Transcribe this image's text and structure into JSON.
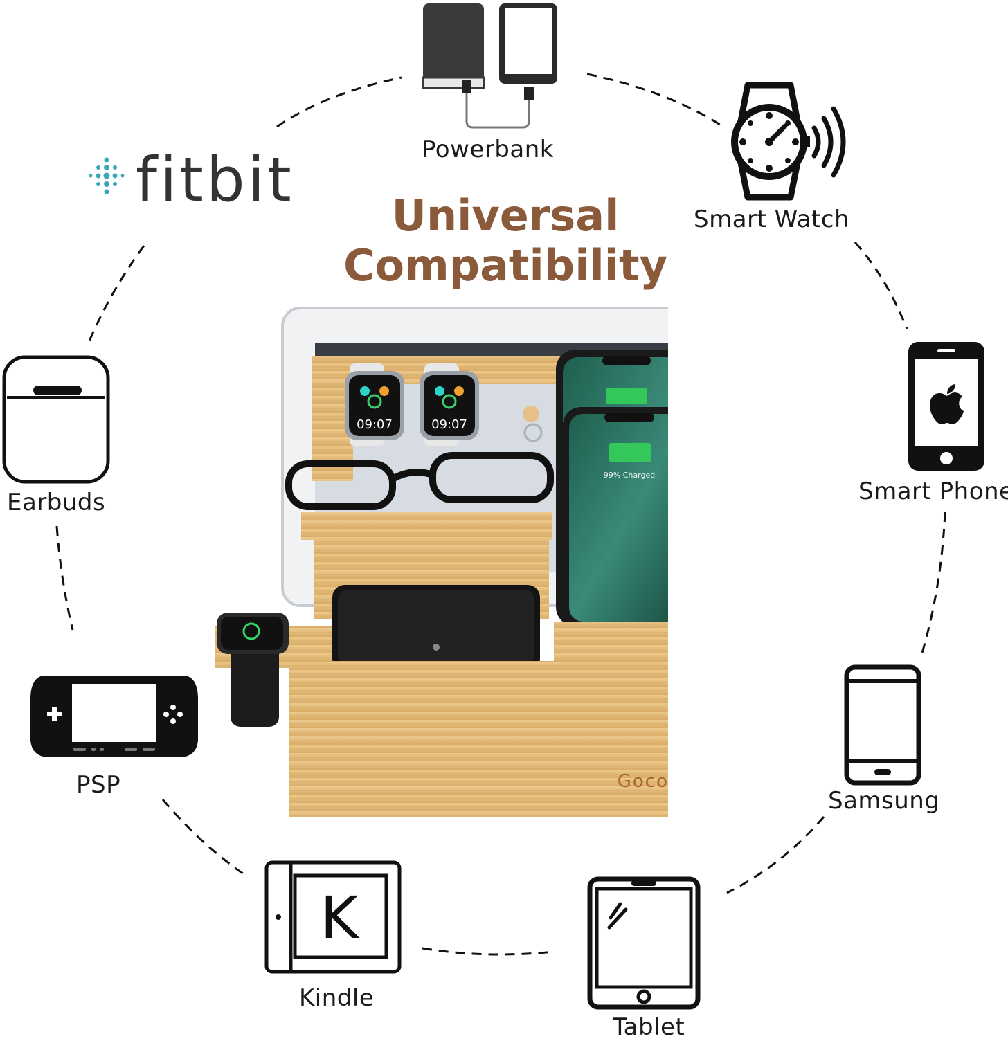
{
  "headline": {
    "line1": "Universal",
    "line2": "Compatibility",
    "color": "#8a5a3a"
  },
  "devices": [
    {
      "label": "Powerbank",
      "icon": "powerbank-icon"
    },
    {
      "label": "Smart Watch",
      "icon": "smart-watch-icon"
    },
    {
      "label": "Smart Phone",
      "icon": "apple-phone-icon"
    },
    {
      "label": "Samsung",
      "icon": "samsung-phone-icon"
    },
    {
      "label": "Tablet",
      "icon": "tablet-icon"
    },
    {
      "label": "Kindle",
      "icon": "kindle-icon"
    },
    {
      "label": "PSP",
      "icon": "psp-icon"
    },
    {
      "label": "Earbuds",
      "icon": "earbuds-case-icon"
    }
  ],
  "fitbit_logo": {
    "text": "fitbit",
    "accent": "#3aa8b8"
  },
  "product": {
    "brand": "Gocokia",
    "watch_time_1": "09:07",
    "watch_time_2": "09:07",
    "phone_status": "99% Charged",
    "wood_color": "#e0b97a",
    "battery_color": "#34c759"
  }
}
